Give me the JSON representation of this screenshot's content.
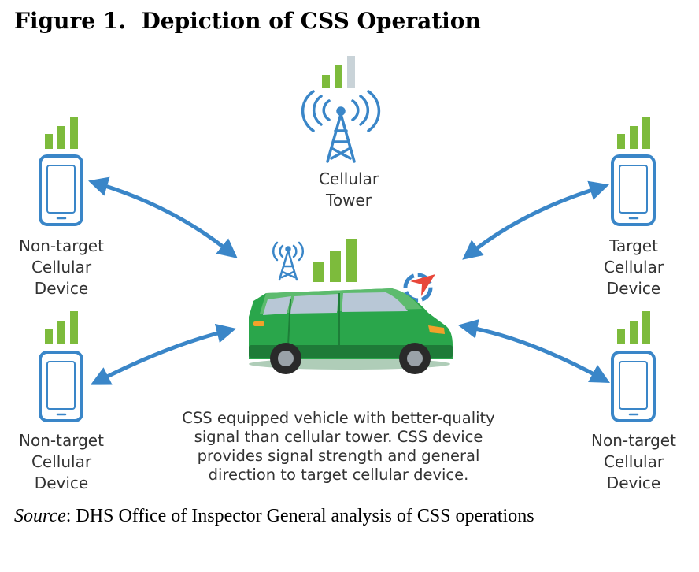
{
  "title": "Figure 1.  Depiction of CSS Operation",
  "tower_label": "Cellular\nTower",
  "devices": {
    "top_left": "Non-target\nCellular\nDevice",
    "bottom_left": "Non-target\nCellular\nDevice",
    "top_right": "Target\nCellular\nDevice",
    "bottom_right": "Non-target\nCellular\nDevice"
  },
  "caption": {
    "line1": "CSS equipped vehicle with better-quality",
    "line2": "signal than cellular tower.  CSS device",
    "line3": "provides signal strength and general",
    "line4": "direction to target cellular device."
  },
  "source": {
    "label": "Source",
    "text": ": DHS Office of Inspector General analysis of CSS operations"
  },
  "colors": {
    "blue": "#3a86c8",
    "green_signal": "#7dbb3c",
    "car_green": "#2aa64b",
    "inactive_bar": "#c9d3d8"
  }
}
